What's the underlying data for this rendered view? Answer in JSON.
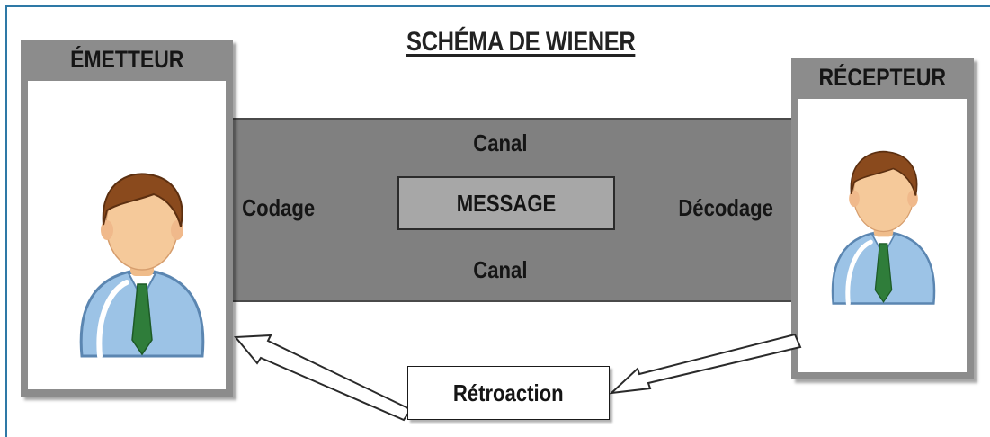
{
  "title": "SCHÉMA DE WIENER",
  "emitter": {
    "label": "ÉMETTEUR"
  },
  "receiver": {
    "label": "RÉCEPTEUR"
  },
  "channel": {
    "label_top": "Canal",
    "label_bottom": "Canal",
    "encoding": "Codage",
    "decoding": "Décodage",
    "message": "MESSAGE"
  },
  "feedback": {
    "label": "Rétroaction"
  },
  "colors": {
    "frame": "#2e79a6",
    "channel": "#808080",
    "message_box": "#a7a7a7",
    "panel": "#8c8c8c",
    "shirt": "#9cc3e6",
    "tie": "#2f7d3a",
    "hair": "#8a4a1d",
    "skin": "#f5c99a"
  },
  "icons": [
    "person-icon",
    "person-icon",
    "feedback-arrow-icon",
    "feedback-arrow-icon"
  ]
}
